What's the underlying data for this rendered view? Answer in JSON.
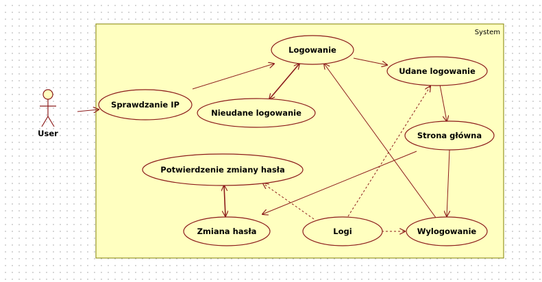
{
  "diagram": {
    "system_label": "System",
    "actor": {
      "label": "User"
    },
    "use_cases": {
      "sprawdzanie_ip": "Sprawdzanie IP",
      "logowanie": "Logowanie",
      "nieudane_logowanie": "Nieudane logowanie",
      "udane_logowanie": "Udane logowanie",
      "strona_glowna": "Strona główna",
      "potwierdzenie": "Potwierdzenie zmiany hasła",
      "zmiana_hasla": "Zmiana hasła",
      "logi": "Logi",
      "wylogowanie": "Wylogowanie"
    },
    "colors": {
      "system_fill": "#ffffc0",
      "system_border": "#808000",
      "use_case_fill": "#ffffc0",
      "line": "#8b1a1a",
      "actor_fill": "#ffffc0"
    }
  }
}
